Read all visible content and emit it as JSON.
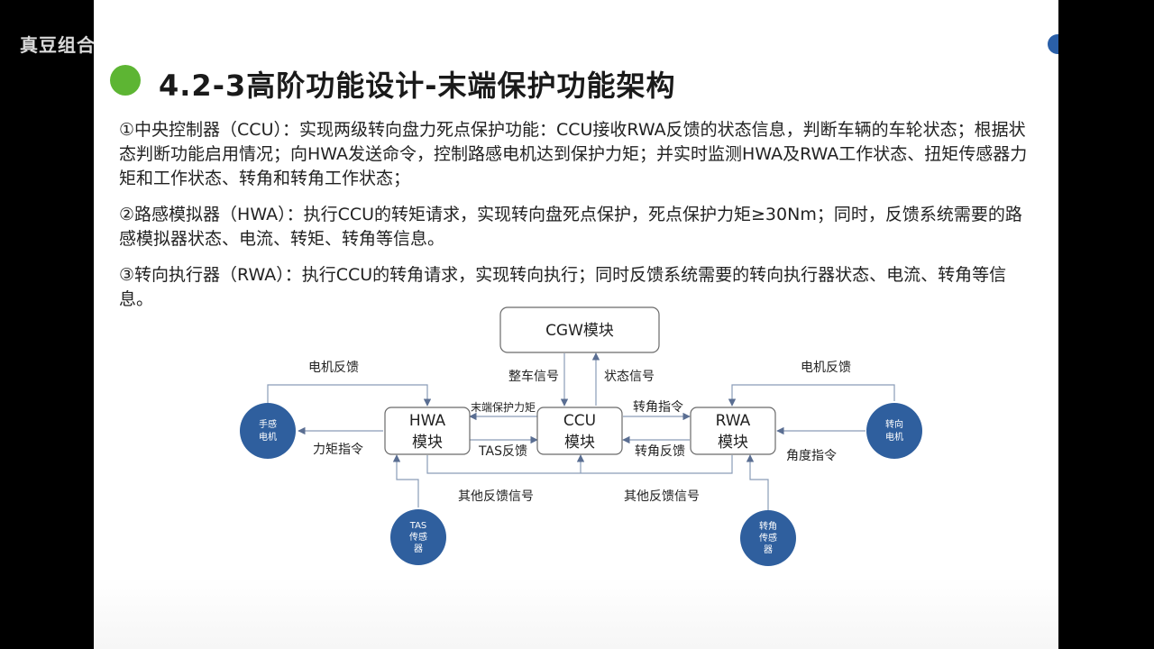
{
  "watermark": "真豆组合",
  "title": "4.2-3高阶功能设计-末端保护功能架构",
  "paragraphs": [
    "①中央控制器（CCU）：实现两级转向盘力死点保护功能：CCU接收RWA反馈的状态信息，判断车辆的车轮状态；根据状态判断功能启用情况；向HWA发送命令，控制路感电机达到保护力矩；并实时监测HWA及RWA工作状态、扭矩传感器力矩和工作状态、转角和转角工作状态；",
    "②路感模拟器（HWA）：执行CCU的转矩请求，实现转向盘死点保护，死点保护力矩≥30Nm；同时，反馈系统需要的路感模拟器状态、电流、转矩、转角等信息。",
    "③转向执行器（RWA）：执行CCU的转角请求，实现转向执行；同时反馈系统需要的转向执行器状态、电流、转角等信息。"
  ],
  "diagram": {
    "nodes": {
      "cgw": [
        "CGW模块"
      ],
      "hwa": [
        "HWA",
        "模块"
      ],
      "ccu": [
        "CCU",
        "模块"
      ],
      "rwa": [
        "RWA",
        "模块"
      ],
      "hand_motor": [
        "手感",
        "电机"
      ],
      "steer_motor": [
        "转向",
        "电机"
      ],
      "tas_sensor": [
        "TAS",
        "传感",
        "器"
      ],
      "angle_sensor": [
        "转角",
        "传感",
        "器"
      ]
    },
    "edge_labels": {
      "motor_feedback_left": "电机反馈",
      "motor_feedback_right": "电机反馈",
      "vehicle_signal": "整车信号",
      "status_signal": "状态信号",
      "end_protection_torque": "末端保护力矩",
      "steer_angle_cmd": "转角指令",
      "tas_feedback": "TAS反馈",
      "angle_feedback": "转角反馈",
      "torque_cmd": "力矩指令",
      "angle_degree_cmd": "角度指令",
      "other_feedback_left": "其他反馈信号",
      "other_feedback_right": "其他反馈信号"
    }
  }
}
